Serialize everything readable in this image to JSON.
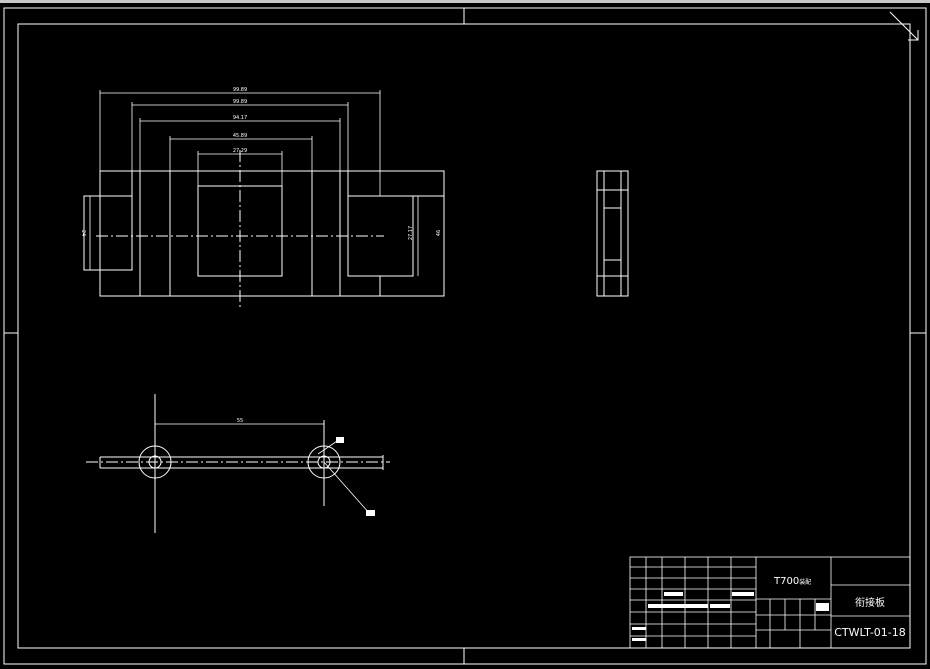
{
  "dimensions": {
    "w_overall": "99.89",
    "w_second": "99.89",
    "w_third": "94.17",
    "w_fourth": "45.89",
    "w_inner": "27.29",
    "h_left": "24",
    "h_inner": "27.17",
    "h_overall": "46",
    "link_length": "55"
  },
  "title_block": {
    "project_label": "T700",
    "project_suffix": "装配",
    "part_name": "衔接板",
    "drawing_number": "CTWLT-01-18"
  }
}
